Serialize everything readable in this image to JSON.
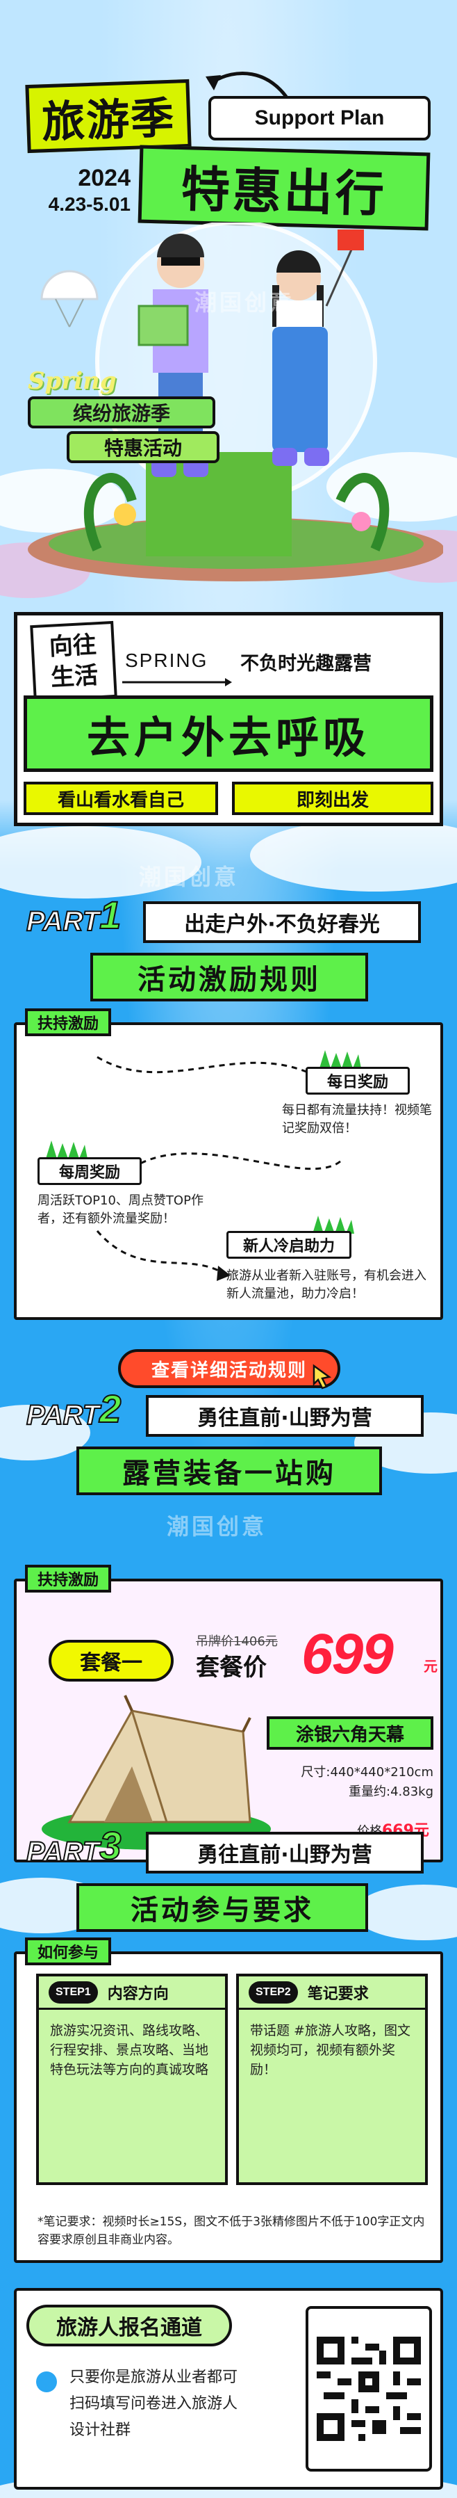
{
  "hero": {
    "title": "旅游季",
    "support_plan": "Support Plan",
    "year": "2024",
    "dates": "4.23-5.01",
    "promo": "特惠出行",
    "spring_script": "Spring",
    "badge_line1": "缤纷旅游季",
    "badge_line2": "特惠活动",
    "watermark": "潮国创意"
  },
  "slogan": {
    "toward_line1": "向往",
    "toward_line2": "生活",
    "spring": "SPRING",
    "right": "不负时光趣露营",
    "headline": "去户外去呼吸",
    "left_btn": "看山看水看自己",
    "right_btn": "即刻出发"
  },
  "part1": {
    "tag_p": "PART",
    "tag_n": "1",
    "title1": "出走户外·不负好春光",
    "title2": "活动激励规则",
    "label": "扶持激励",
    "watermark": "潮国创意",
    "rewards": [
      {
        "title": "每日奖励",
        "desc": "每日都有流量扶持！视频笔记奖励双倍！"
      },
      {
        "title": "每周奖励",
        "desc": "周活跃TOP10、周点赞TOP作者，还有额外流量奖励！"
      },
      {
        "title": "新人冷启助力",
        "desc": "旅游从业者新入驻账号，有机会进入新人流量池，助力冷启！"
      }
    ],
    "cta": "查看详细活动规则"
  },
  "part2": {
    "tag_p": "PART",
    "tag_n": "2",
    "title1": "勇往直前·山野为营",
    "title2": "露营装备一站购",
    "watermark": "潮国创意",
    "label": "扶持激励",
    "package": "套餐一",
    "old_price": "吊牌价1406元",
    "price_label": "套餐价",
    "price": "699",
    "yuan": "元",
    "product_name": "涂银六角天幕",
    "size": "尺寸:440*440*210cm",
    "weight": "重量约:4.83kg",
    "unit_price_label": "价格",
    "unit_price": "669元"
  },
  "part3": {
    "tag_p": "PART",
    "tag_n": "3",
    "title1": "勇往直前·山野为营",
    "title2": "活动参与要求",
    "label": "如何参与",
    "steps": [
      {
        "no": "STEP1",
        "name": "内容方向",
        "body": "旅游实况资讯、路线攻略、行程安排、景点攻略、当地特色玩法等方向的真诚攻略"
      },
      {
        "no": "STEP2",
        "name": "笔记要求",
        "body": "带话题 #旅游人攻略，图文视频均可，视频有额外奖励！"
      }
    ],
    "note": "*笔记要求：视频时长≥15S，图文不低于3张精修图片不低于100字正文内容要求原创且非商业内容。",
    "signup_title": "旅游人报名通道",
    "signup_text": "只要你是旅游从业者都可扫码填写问卷进入旅游人设计社群"
  },
  "colors": {
    "sky": "#29a6f2",
    "lime": "#d7f300",
    "green": "#5ef04a",
    "light_green": "#c9f7a7",
    "red": "#ff1f3d",
    "cta_red": "#ff4b2b",
    "ink": "#111111"
  }
}
